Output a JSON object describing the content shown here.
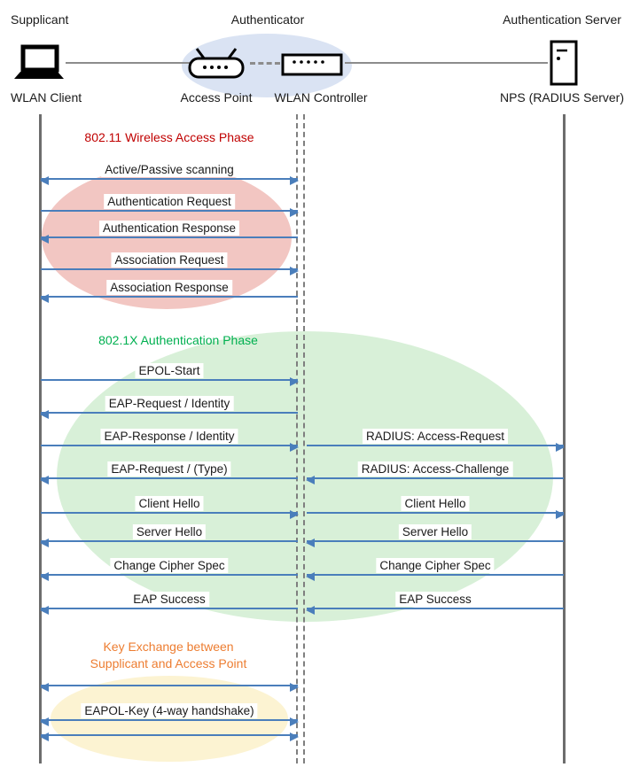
{
  "diagram": {
    "roles": {
      "supplicant": "Supplicant",
      "authenticator": "Authenticator",
      "authentication_server": "Authentication Server"
    },
    "devices": {
      "wlan_client": "WLAN Client",
      "access_point": "Access Point",
      "wlan_controller": "WLAN Controller",
      "nps": "NPS (RADIUS Server)"
    },
    "phases": {
      "phase1": {
        "title": "802.11 Wireless Access Phase",
        "color": "#C00000"
      },
      "phase2": {
        "title": "802.1X Authentication Phase",
        "color": "#00B050"
      },
      "phase3": {
        "title_line1": "Key Exchange between",
        "title_line2": "Supplicant and Access Point",
        "color": "#ED7D31"
      }
    },
    "messages_left": [
      {
        "label": "Active/Passive scanning",
        "direction": "both"
      },
      {
        "label": "Authentication Request",
        "direction": "right"
      },
      {
        "label": "Authentication Response",
        "direction": "left"
      },
      {
        "label": "Association Request",
        "direction": "right"
      },
      {
        "label": "Association Response",
        "direction": "left"
      },
      {
        "label": "EPOL-Start",
        "direction": "right"
      },
      {
        "label": "EAP-Request / Identity",
        "direction": "left"
      },
      {
        "label": "EAP-Response / Identity",
        "direction": "right"
      },
      {
        "label": "EAP-Request / (Type)",
        "direction": "left"
      },
      {
        "label": "Client Hello",
        "direction": "right"
      },
      {
        "label": "Server Hello",
        "direction": "left"
      },
      {
        "label": "Change Cipher Spec",
        "direction": "left"
      },
      {
        "label": "EAP Success",
        "direction": "left"
      },
      {
        "label": "",
        "direction": "both"
      },
      {
        "label": "EAPOL-Key (4-way handshake)",
        "direction": "both"
      },
      {
        "label": "",
        "direction": "both"
      }
    ],
    "messages_right": [
      {
        "label": "RADIUS: Access-Request",
        "direction": "right"
      },
      {
        "label": "RADIUS: Access-Challenge",
        "direction": "left"
      },
      {
        "label": "Client Hello",
        "direction": "right"
      },
      {
        "label": "Server Hello",
        "direction": "left"
      },
      {
        "label": "Change Cipher Spec",
        "direction": "left"
      },
      {
        "label": "EAP Success",
        "direction": "left"
      }
    ],
    "icons": {
      "supplicant": "laptop-icon",
      "access_point": "wireless-access-point-icon",
      "wlan_controller": "network-switch-icon",
      "auth_server": "server-tower-icon"
    },
    "colors": {
      "arrow": "#4a7ebb",
      "lifeline": "#6d6d6d",
      "phase1_fill": "#f2c6c2",
      "phase2_fill": "#d8f0d8",
      "phase3_fill": "#fcf3d2",
      "authenticator_fill": "#dae3f3"
    }
  }
}
